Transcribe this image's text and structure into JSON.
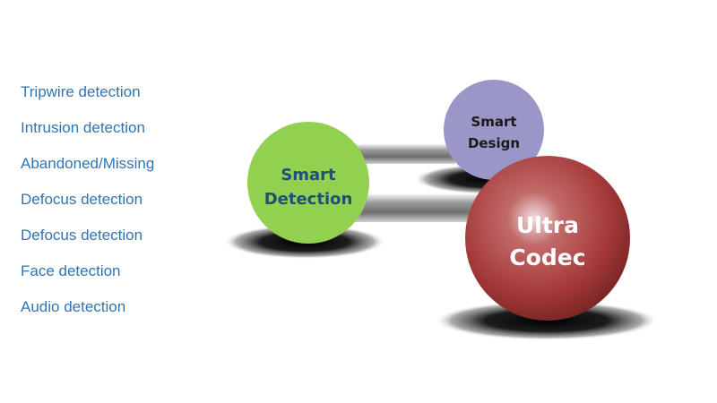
{
  "features": [
    "Tripwire detection",
    "Intrusion detection",
    "Abandoned/Missing",
    "Defocus detection",
    "Defocus detection",
    "Face detection",
    "Audio detection"
  ],
  "nodes": {
    "smart_design": {
      "line1": "Smart",
      "line2": "Design",
      "fill": "#9b96c8",
      "text_color": "#1a1a1a"
    },
    "smart_detection": {
      "line1": "Smart",
      "line2": "Detection",
      "fill": "#92d050",
      "text_color": "#1f4e79"
    },
    "ultra_codec": {
      "line1": "Ultra",
      "line2": "Codec",
      "fill": "#a83c3c",
      "text_color": "#ffffff"
    }
  },
  "colors": {
    "feature_text": "#2e75b6",
    "connector": "#8c8c8c",
    "shadow": "#000000"
  }
}
